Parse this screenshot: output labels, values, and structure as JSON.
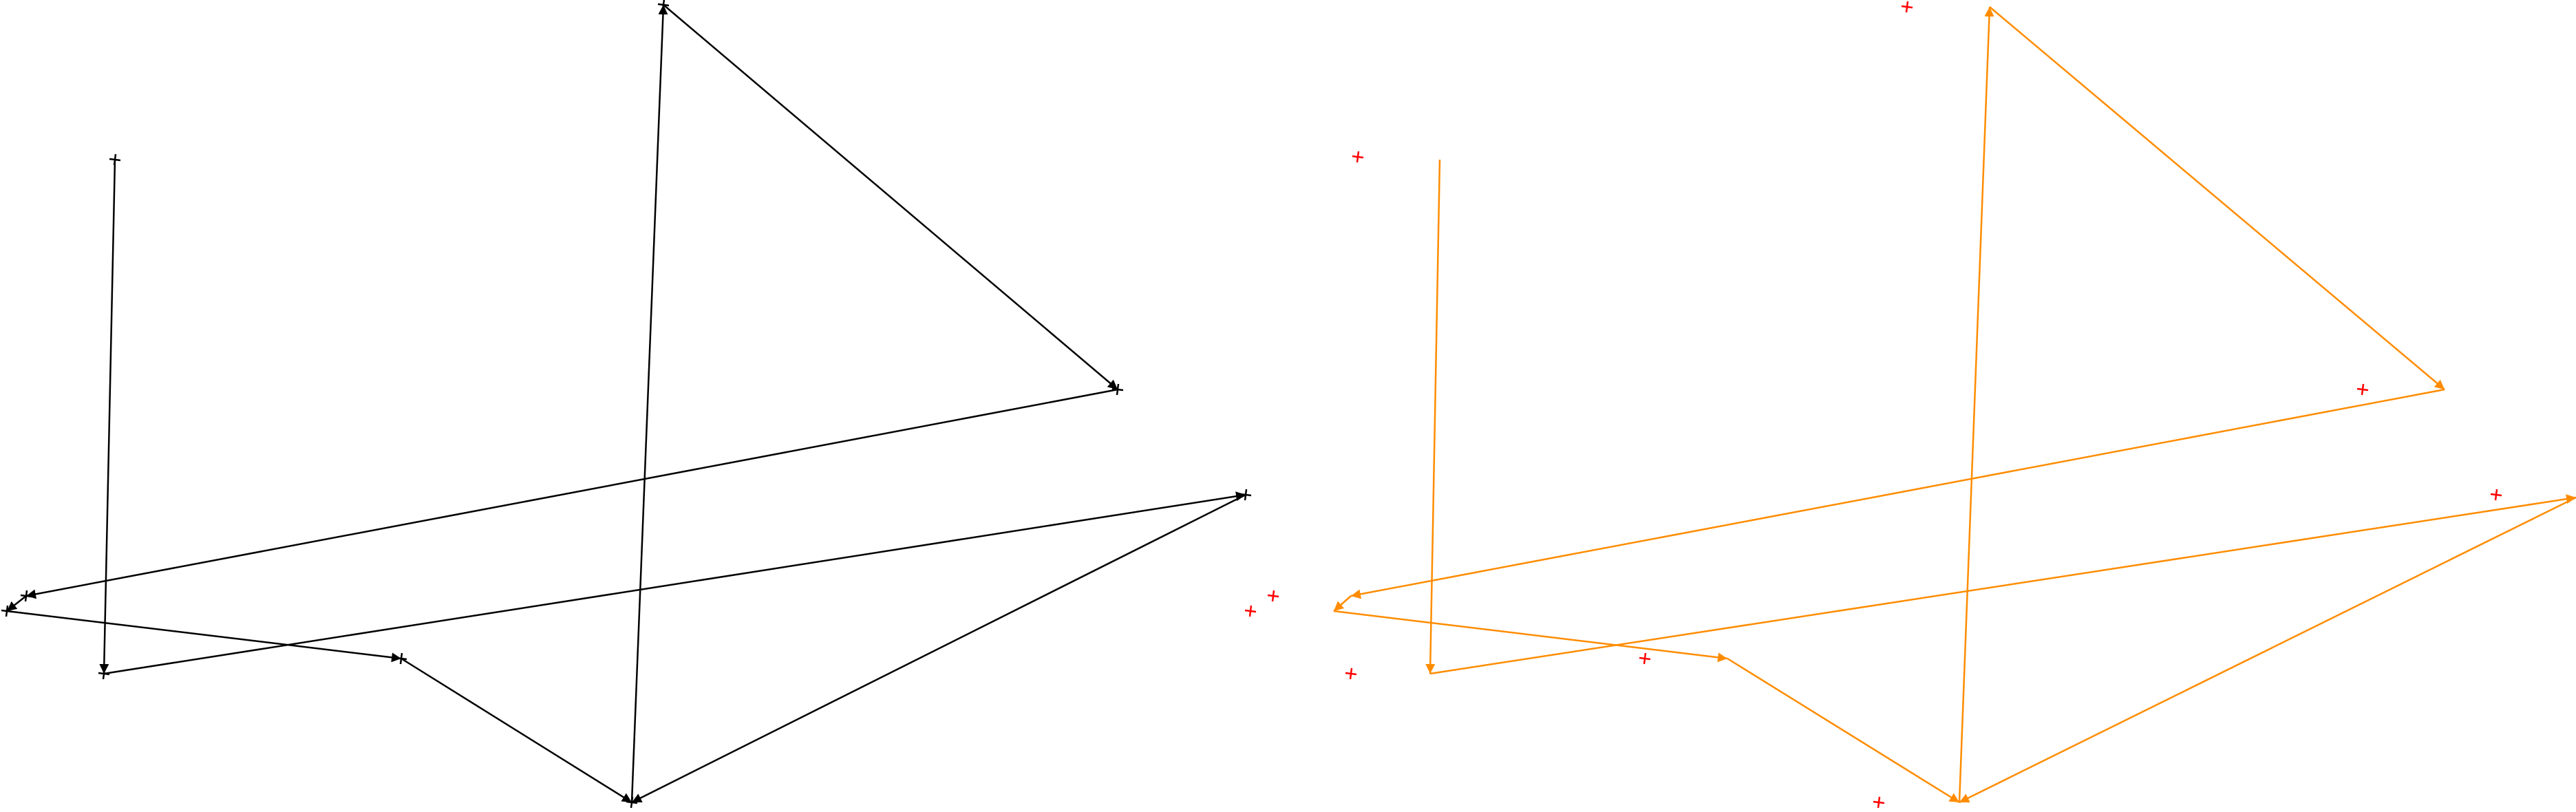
{
  "colors": {
    "background": "#ffffff",
    "left_path": "#000000",
    "right_path": "#ff8c00",
    "markers": "#ff0000"
  },
  "panels": [
    {
      "name": "left-path-panel",
      "stroke_color": "#000000",
      "marker_color": "#000000",
      "path": [
        [
          167,
          232
        ],
        [
          151,
          979
        ],
        [
          1810,
          719
        ],
        [
          918,
          1166
        ],
        [
          964,
          7
        ],
        [
          1624,
          566
        ],
        [
          38,
          866
        ],
        [
          10,
          888
        ],
        [
          583,
          957
        ],
        [
          918,
          1166
        ]
      ],
      "markers": [
        [
          167,
          232
        ],
        [
          151,
          979
        ],
        [
          1810,
          719
        ],
        [
          918,
          1166
        ],
        [
          964,
          7
        ],
        [
          1624,
          566
        ],
        [
          38,
          866
        ],
        [
          10,
          888
        ],
        [
          583,
          957
        ]
      ]
    },
    {
      "name": "right-path-panel",
      "stroke_color": "#ff8c00",
      "marker_color": "#ff0000",
      "path": [
        [
          2092,
          232
        ],
        [
          2078,
          979
        ],
        [
          3743,
          723
        ],
        [
          2847,
          1166
        ],
        [
          2891,
          10
        ],
        [
          3552,
          566
        ],
        [
          1963,
          866
        ],
        [
          1938,
          888
        ],
        [
          2510,
          957
        ],
        [
          2847,
          1166
        ]
      ],
      "markers": [
        [
          1973,
          228
        ],
        [
          1963,
          979
        ],
        [
          3627,
          719
        ],
        [
          2730,
          1166
        ],
        [
          2771,
          10
        ],
        [
          3433,
          566
        ],
        [
          1850,
          866
        ],
        [
          1817,
          888
        ],
        [
          2390,
          957
        ]
      ]
    }
  ]
}
